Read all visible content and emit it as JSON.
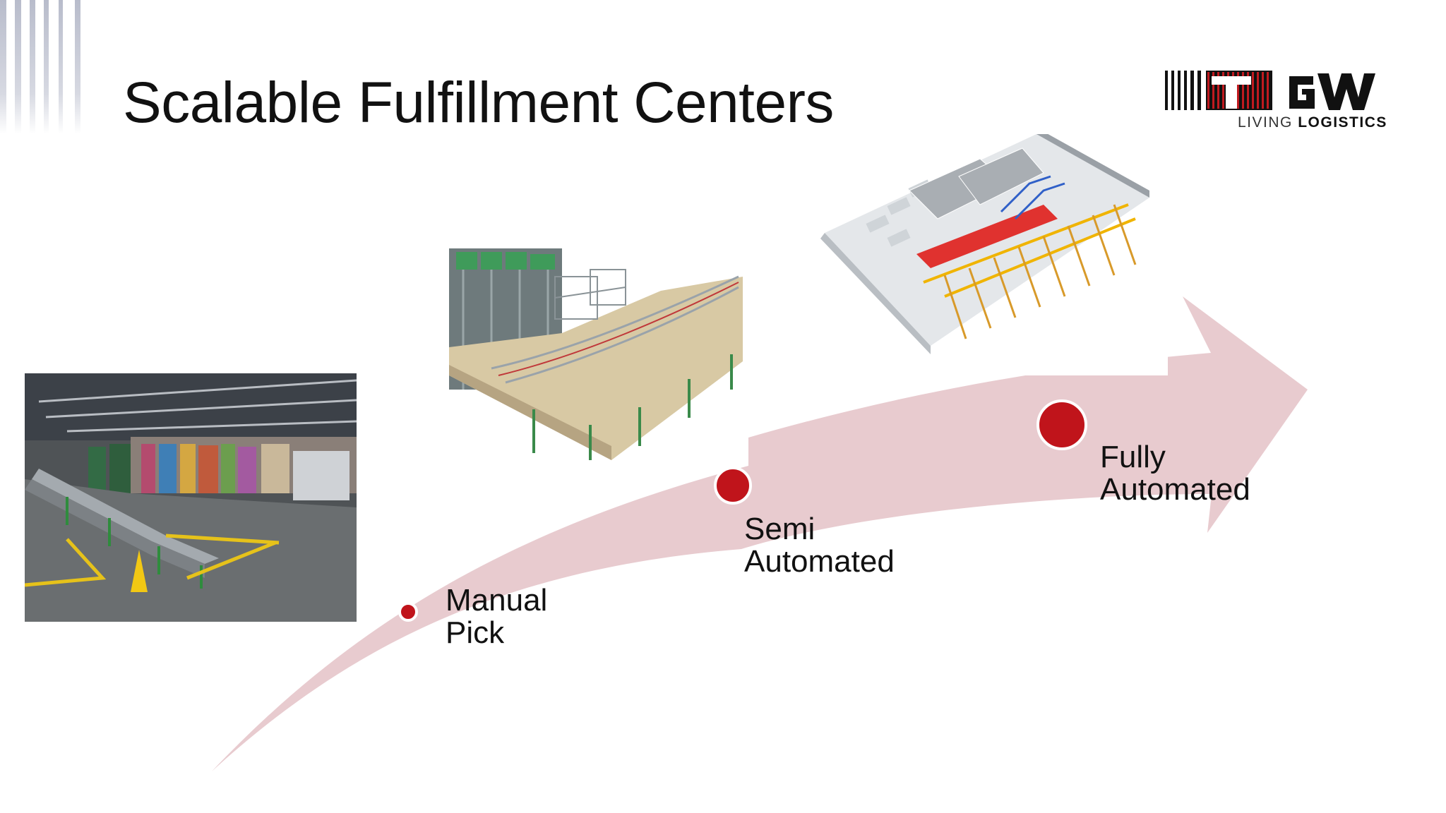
{
  "slide": {
    "title": "Scalable Fulfillment Centers"
  },
  "logo": {
    "wordmark": "TGW",
    "tagline_light": "LIVING ",
    "tagline_bold": "LOGISTICS"
  },
  "stages": [
    {
      "line1": "Manual",
      "line2": "Pick"
    },
    {
      "line1": "Semi",
      "line2": "Automated"
    },
    {
      "line1": "Fully",
      "line2": "Automated"
    }
  ],
  "colors": {
    "arrow": "#e8cbcf",
    "dot": "#c0141b",
    "logo_red": "#c01a1f",
    "stripe": "#c9cbd6"
  }
}
